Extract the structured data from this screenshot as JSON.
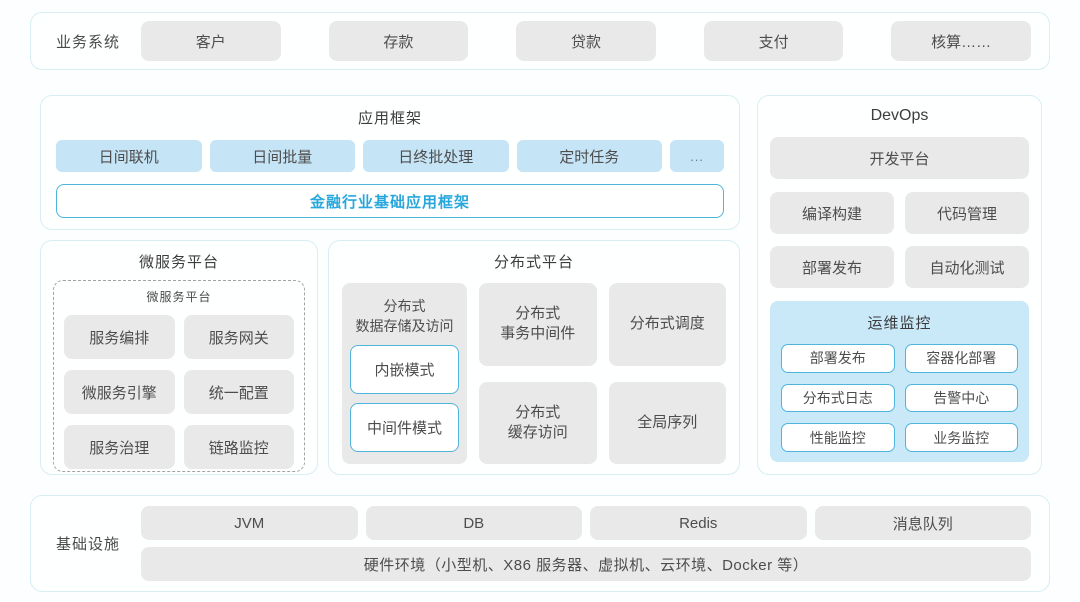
{
  "business_system": {
    "label": "业务系统",
    "items": [
      "客户",
      "存款",
      "贷款",
      "支付",
      "核算……"
    ]
  },
  "app_framework": {
    "title": "应用框架",
    "items": [
      "日间联机",
      "日间批量",
      "日终批处理",
      "定时任务",
      "..."
    ],
    "base_label": "金融行业基础应用框架"
  },
  "microservice_platform": {
    "title": "微服务平台",
    "inner_title": "微服务平台",
    "items": [
      "服务编排",
      "服务网关",
      "微服务引擎",
      "统一配置",
      "服务治理",
      "链路监控"
    ]
  },
  "distributed_platform": {
    "title": "分布式平台",
    "storage": {
      "line1": "分布式",
      "line2": "数据存储及访问",
      "modes": [
        "内嵌模式",
        "中间件模式"
      ]
    },
    "transaction": {
      "line1": "分布式",
      "line2": "事务中间件"
    },
    "cache": {
      "line1": "分布式",
      "line2": "缓存访问"
    },
    "scheduling": "分布式调度",
    "sequence": "全局序列"
  },
  "devops": {
    "title": "DevOps",
    "dev_platform": "开发平台",
    "items": [
      "编译构建",
      "代码管理",
      "部署发布",
      "自动化测试"
    ],
    "monitoring": {
      "title": "运维监控",
      "items": [
        "部署发布",
        "容器化部署",
        "分布式日志",
        "告警中心",
        "性能监控",
        "业务监控"
      ]
    }
  },
  "infrastructure": {
    "label": "基础设施",
    "items": [
      "JVM",
      "DB",
      "Redis",
      "消息队列"
    ],
    "hardware": "硬件环境（小型机、X86 服务器、虚拟机、云环境、Docker 等）"
  },
  "colors": {
    "accent_blue_text": "#29a7dc",
    "light_blue_fill": "#c5e4f6",
    "monitor_panel_fill": "#c9e8f8",
    "grey_fill": "#e9e9e9",
    "panel_border": "#d7eef3",
    "blue_box_border": "#4fb5dc"
  }
}
